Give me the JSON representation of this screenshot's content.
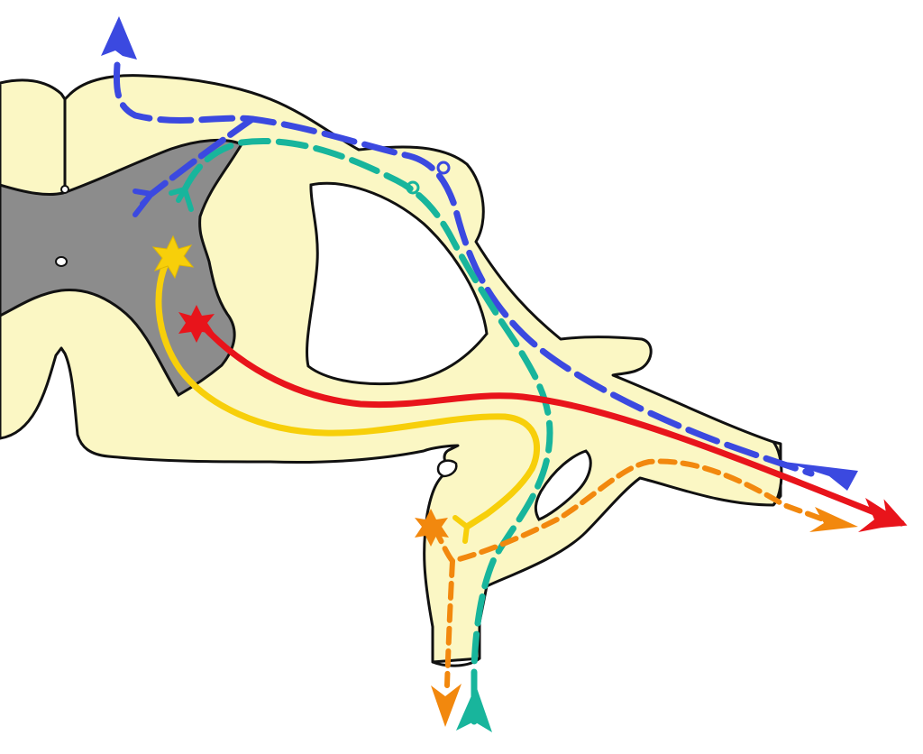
{
  "diagram": {
    "labels": [],
    "colors": {
      "cord_fill": "#FBF7C4",
      "grey_matter": "#8C8C8C",
      "outline": "#111111",
      "motor_red": "#E8141B",
      "sensory_yellow": "#F7CF0A",
      "blue_pathway": "#3B49E0",
      "teal_pathway": "#18B59C",
      "orange_pathway": "#F2880E"
    },
    "pathways": [
      {
        "id": "red-pathway",
        "style": "solid",
        "color_key": "motor_red",
        "origin": "star",
        "arrow": "right"
      },
      {
        "id": "yellow-pathway",
        "style": "solid",
        "color_key": "sensory_yellow",
        "origin": "star",
        "arrow": "none"
      },
      {
        "id": "blue-pathway",
        "style": "long-dash",
        "color_key": "blue_pathway",
        "origin": "synapse",
        "arrow": "up-and-right"
      },
      {
        "id": "teal-pathway",
        "style": "long-dash",
        "color_key": "teal_pathway",
        "origin": "synapse",
        "arrow": "down-up"
      },
      {
        "id": "orange-pathway",
        "style": "short-dash",
        "color_key": "orange_pathway",
        "origin": "star",
        "arrow": "right-and-down"
      }
    ]
  }
}
